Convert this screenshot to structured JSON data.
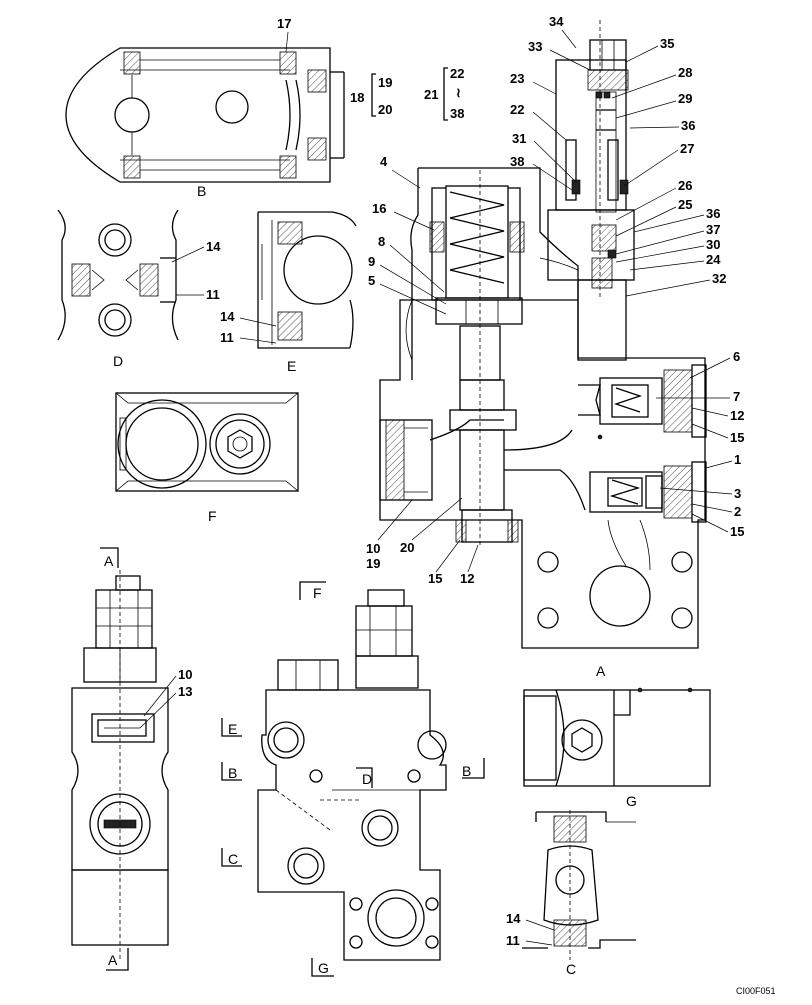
{
  "views": {
    "A": "A",
    "B": "B",
    "C": "C",
    "D": "D",
    "E": "E",
    "F": "F",
    "G": "G"
  },
  "part_numbers": {
    "p1": "1",
    "p2": "2",
    "p3": "3",
    "p4": "4",
    "p5": "5",
    "p6": "6",
    "p7": "7",
    "p8": "8",
    "p9": "9",
    "p10": "10",
    "p11": "11",
    "p12": "12",
    "p13": "13",
    "p14": "14",
    "p15": "15",
    "p16": "16",
    "p17": "17",
    "p18": "18",
    "p19": "19",
    "p20": "20",
    "p21": "21",
    "p22": "22",
    "p23": "23",
    "p24": "24",
    "p25": "25",
    "p26": "26",
    "p27": "27",
    "p28": "28",
    "p29": "29",
    "p30": "30",
    "p31": "31",
    "p32": "32",
    "p33": "33",
    "p34": "34",
    "p35": "35",
    "p36": "36",
    "p37": "37",
    "p38": "38"
  },
  "kit_legend": {
    "kit18": {
      "parent": "18",
      "items": [
        "19",
        "20"
      ]
    },
    "kit21": {
      "parent": "21",
      "range_start": "22",
      "range_symbol": "≀",
      "range_end": "38"
    }
  },
  "drawing_code": "CI00F051"
}
